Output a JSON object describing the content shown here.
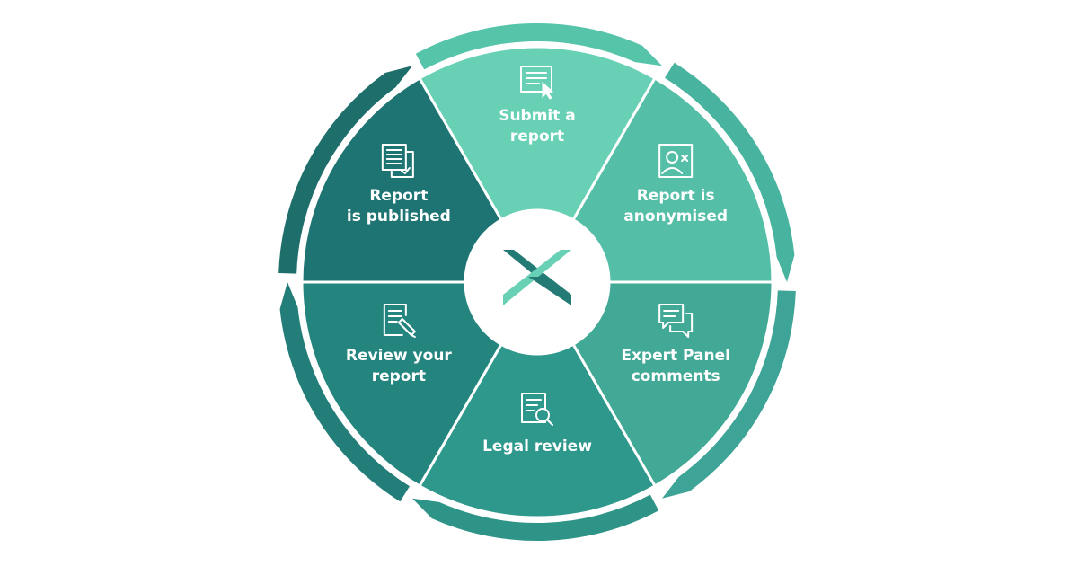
{
  "segments": [
    {
      "id": "submit",
      "lines": [
        "Submit a",
        "report"
      ],
      "icon": "form-cursor-icon",
      "color": "#68d1b5"
    },
    {
      "id": "anonymised",
      "lines": [
        "Report is",
        "anonymised"
      ],
      "icon": "anonymous-user-icon",
      "color": "#55bea7"
    },
    {
      "id": "expert",
      "lines": [
        "Expert Panel",
        "comments"
      ],
      "icon": "chat-bubbles-icon",
      "color": "#42a996"
    },
    {
      "id": "legal",
      "lines": [
        "Legal review"
      ],
      "icon": "document-search-icon",
      "color": "#2e988c"
    },
    {
      "id": "review",
      "lines": [
        "Review your",
        "report"
      ],
      "icon": "document-edit-icon",
      "color": "#24857f"
    },
    {
      "id": "published",
      "lines": [
        "Report",
        "is published"
      ],
      "icon": "documents-check-icon",
      "color": "#1d7472"
    }
  ],
  "center": {
    "logo": "x-logo-icon",
    "logo_dark": "#247a74",
    "logo_light": "#68d1b5"
  },
  "ring_colors": [
    "#55c4a9",
    "#48b49f",
    "#3ea497",
    "#2e9488",
    "#237e79",
    "#1e6e6b"
  ]
}
